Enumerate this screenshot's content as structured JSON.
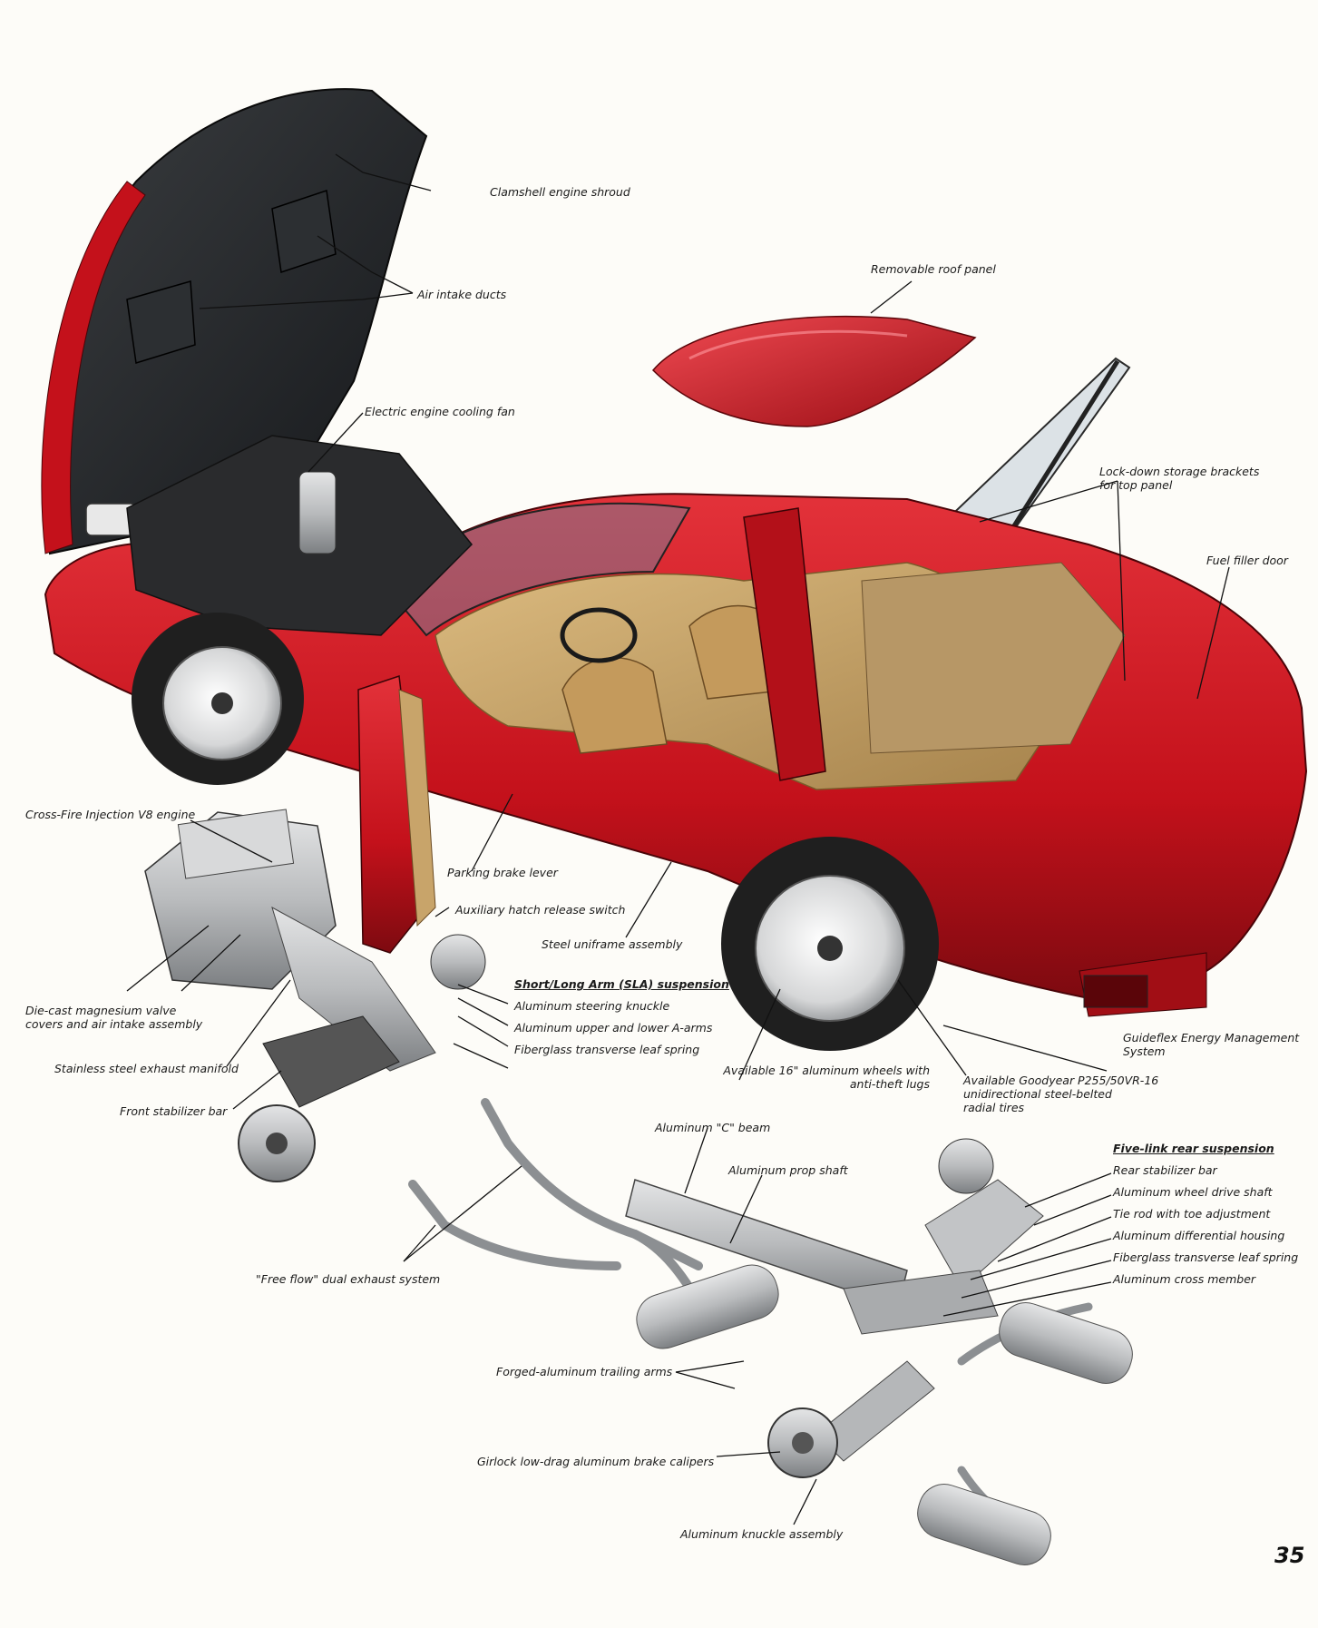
{
  "page_number": "35",
  "colors": {
    "body_red": "#c4111b",
    "body_shade": "#7d0a10",
    "interior_tan": "#c9a56a",
    "chassis_silver": "#b9bbbd",
    "tire_black": "#222222",
    "leader": "#111111"
  },
  "illustration": {
    "name": "corvette-cutaway",
    "parts": [
      "body",
      "clamshell-hood",
      "roof-panel",
      "rear-hatch",
      "door",
      "front-wheel",
      "rear-wheel",
      "engine",
      "front-suspension",
      "rear-chassis",
      "exhaust-system"
    ]
  },
  "labels": {
    "clamshell": "Clamshell engine shroud",
    "air_intake": "Air intake ducts",
    "cooling_fan": "Electric engine cooling fan",
    "roof_panel": "Removable roof panel",
    "lockdown_1": "Lock-down storage brackets",
    "lockdown_2": "for top panel",
    "fuel_filler": "Fuel filler door",
    "crossfire": "Cross-Fire Injection V8 engine",
    "parking_brake": "Parking brake lever",
    "aux_hatch": "Auxiliary hatch release switch",
    "uniframe": "Steel uniframe assembly",
    "sla_head": "Short/Long Arm (SLA) suspension",
    "steering_knuckle": "Aluminum steering knuckle",
    "a_arms": "Aluminum upper and lower A-arms",
    "front_leaf": "Fiberglass transverse leaf spring",
    "die_cast_1": "Die-cast magnesium valve",
    "die_cast_2": "covers and air intake assembly",
    "exhaust_manifold": "Stainless steel exhaust manifold",
    "front_stabilizer": "Front stabilizer bar",
    "wheels_1": "Available 16\" aluminum wheels with",
    "wheels_2": "anti-theft lugs",
    "tires_1": "Available Goodyear P255/50VR-16",
    "tires_2": "unidirectional steel-belted",
    "tires_3": "radial tires",
    "guideflex_1": "Guideflex Energy Management",
    "guideflex_2": "System",
    "c_beam": "Aluminum \"C\" beam",
    "prop_shaft": "Aluminum prop shaft",
    "five_link_head": "Five-link rear suspension",
    "rear_stabilizer": "Rear stabilizer bar",
    "drive_shaft": "Aluminum wheel drive shaft",
    "tie_rod": "Tie rod with toe adjustment",
    "diff_housing": "Aluminum differential housing",
    "rear_leaf": "Fiberglass transverse leaf spring",
    "cross_member": "Aluminum cross member",
    "dual_exhaust": "\"Free flow\" dual exhaust system",
    "trailing_arms": "Forged-aluminum trailing arms",
    "brake_calipers": "Girlock low-drag aluminum brake calipers",
    "knuckle_assembly": "Aluminum knuckle assembly"
  }
}
